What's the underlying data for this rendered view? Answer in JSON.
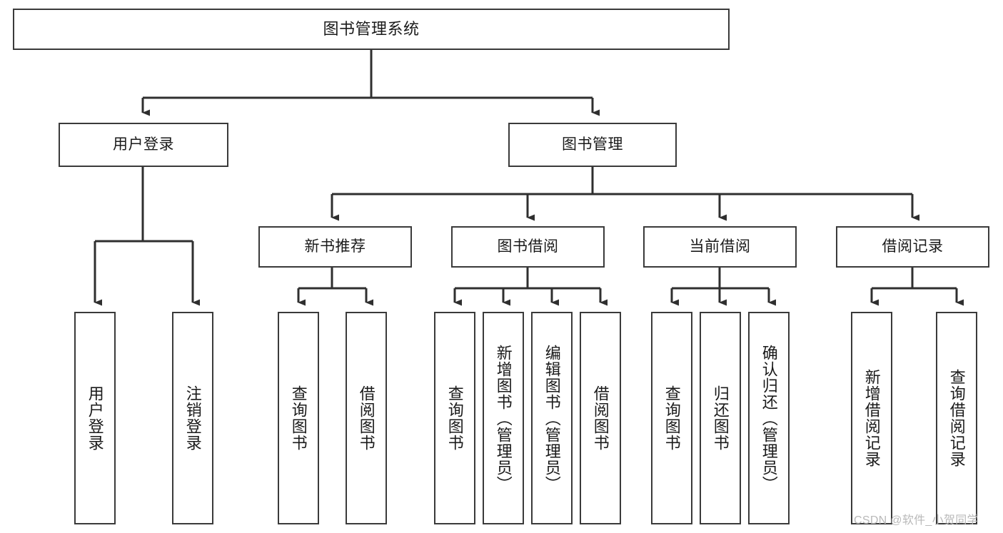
{
  "diagram": {
    "type": "tree-hierarchy-chart",
    "title": "图书管理系统",
    "colors": {
      "box_border": "#3a3a3a",
      "box_fill": "#ffffff",
      "connector": "#2f2f2f",
      "text": "#1a1a1a",
      "watermark": "#b9b9b9",
      "background": "#ffffff"
    },
    "root": {
      "label": "图书管理系统"
    },
    "level1": [
      {
        "id": "user-login",
        "label": "用户登录"
      },
      {
        "id": "book-management",
        "label": "图书管理"
      }
    ],
    "level2": [
      {
        "id": "new-book-recommend",
        "label": "新书推荐",
        "parent": "book-management"
      },
      {
        "id": "book-borrow",
        "label": "图书借阅",
        "parent": "book-management"
      },
      {
        "id": "current-borrow",
        "label": "当前借阅",
        "parent": "book-management"
      },
      {
        "id": "borrow-record",
        "label": "借阅记录",
        "parent": "book-management"
      }
    ],
    "leaves": {
      "user-login": [
        {
          "id": "leaf-user-login",
          "label": "用户登录"
        },
        {
          "id": "leaf-logout",
          "label": "注销登录"
        }
      ],
      "new-book-recommend": [
        {
          "id": "leaf-query-book-1",
          "label": "查询图书"
        },
        {
          "id": "leaf-borrow-book-1",
          "label": "借阅图书"
        }
      ],
      "book-borrow": [
        {
          "id": "leaf-query-book-2",
          "label": "查询图书"
        },
        {
          "id": "leaf-add-book",
          "label": "新增图书（管理员）"
        },
        {
          "id": "leaf-edit-book",
          "label": "编辑图书（管理员）"
        },
        {
          "id": "leaf-borrow-book-2",
          "label": "借阅图书"
        }
      ],
      "current-borrow": [
        {
          "id": "leaf-query-book-3",
          "label": "查询图书"
        },
        {
          "id": "leaf-return-book",
          "label": "归还图书"
        },
        {
          "id": "leaf-confirm-return",
          "label": "确认归还（管理员）"
        }
      ],
      "borrow-record": [
        {
          "id": "leaf-add-record",
          "label": "新增借阅记录"
        },
        {
          "id": "leaf-query-record",
          "label": "查询借阅记录"
        }
      ]
    }
  },
  "watermark": {
    "text": "CSDN @软件_小贺同学"
  }
}
